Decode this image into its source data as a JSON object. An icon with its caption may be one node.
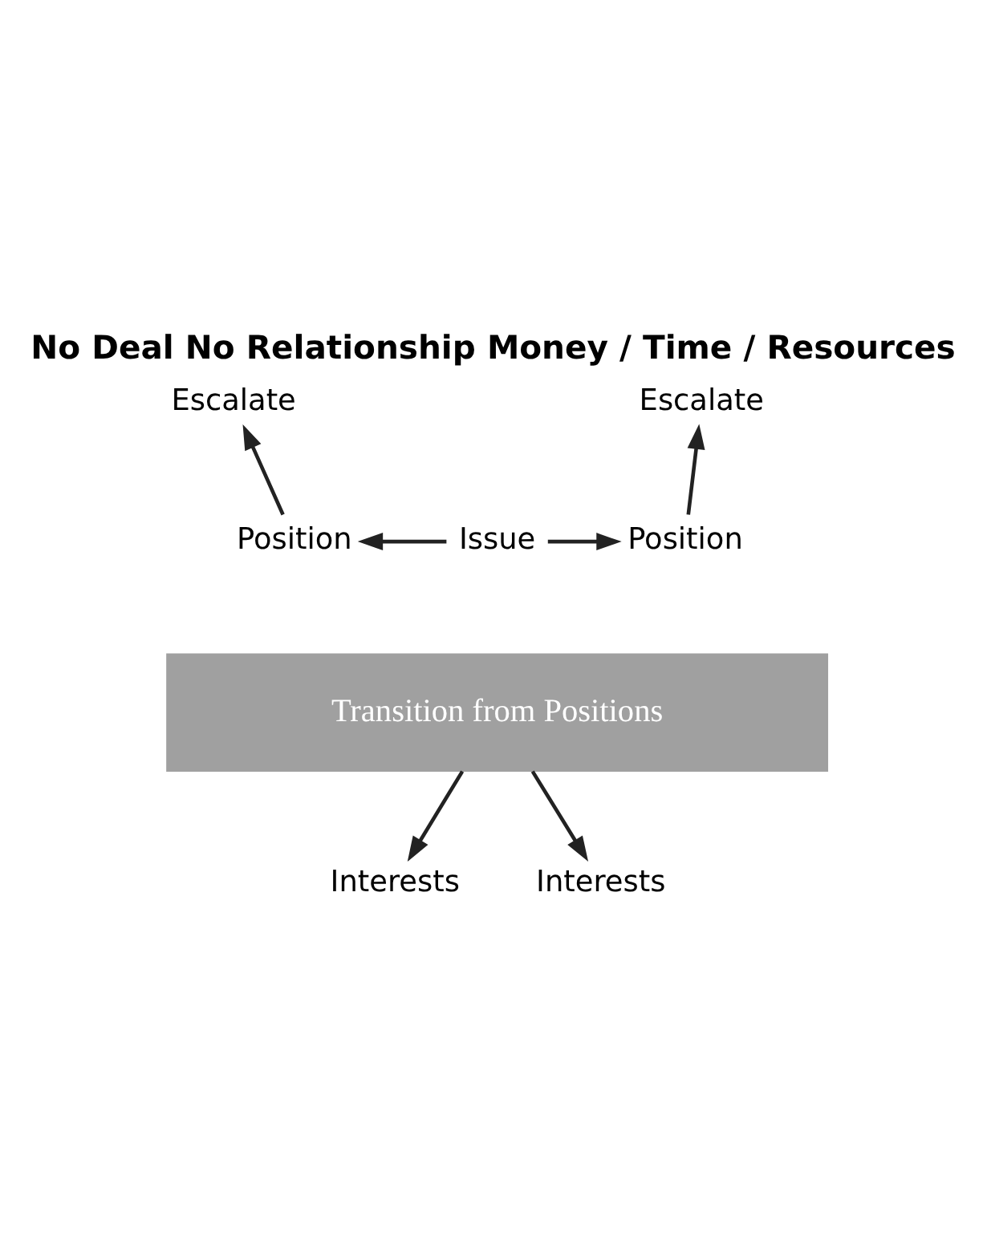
{
  "diagram": {
    "title": "No Deal No Relationship Money / Time / Resources",
    "nodes": [
      {
        "text": [
          "Escalate"
        ]
      },
      {
        "text": [
          "Escalate"
        ]
      },
      {
        "text": [
          "Position"
        ]
      },
      {
        "text": [
          "Issue"
        ]
      },
      {
        "text": [
          "Position"
        ]
      },
      {
        "text": [
          "Transition from Positions"
        ]
      },
      {
        "text": [
          "Interests"
        ]
      },
      {
        "text": [
          "Interests"
        ]
      }
    ],
    "edges": [
      {
        "from": 2,
        "to": 0,
        "arrow": "to"
      },
      {
        "from": 4,
        "to": 1,
        "arrow": "to"
      },
      {
        "from": 3,
        "to": 2,
        "arrow": "to"
      },
      {
        "from": 3,
        "to": 4,
        "arrow": "to"
      },
      {
        "from": 5,
        "to": 6,
        "arrow": "to"
      },
      {
        "from": 5,
        "to": 7,
        "arrow": "to"
      }
    ]
  }
}
